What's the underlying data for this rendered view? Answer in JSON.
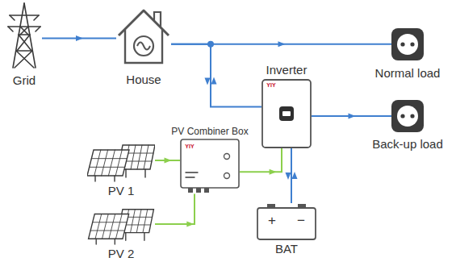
{
  "diagram": {
    "nodes": [
      {
        "text": [
          "Grid"
        ]
      },
      {
        "text": [
          "House"
        ]
      },
      {
        "text": [
          "Normal load"
        ]
      },
      {
        "text": [
          "Inverter"
        ]
      },
      {
        "text": [
          "Back-up load"
        ]
      },
      {
        "text": [
          "PV Combiner Box"
        ]
      },
      {
        "text": [
          "PV 1"
        ]
      },
      {
        "text": [
          "PV 2"
        ]
      },
      {
        "text": [
          "BAT"
        ]
      }
    ],
    "edges": [
      {
        "from": 0,
        "to": 1,
        "arrow": "to"
      },
      {
        "from": 1,
        "to": 2,
        "arrow": "to"
      },
      {
        "from": 1,
        "to": 3,
        "arrow": "both"
      },
      {
        "from": 3,
        "to": 4,
        "arrow": "to"
      },
      {
        "from": 6,
        "to": 5,
        "arrow": "to"
      },
      {
        "from": 7,
        "to": 5,
        "arrow": "to"
      },
      {
        "from": 5,
        "to": 3,
        "arrow": "to"
      },
      {
        "from": 3,
        "to": 8,
        "arrow": "both"
      }
    ],
    "labels": [
      "YIY",
      "YIY",
      "+",
      "−"
    ]
  }
}
